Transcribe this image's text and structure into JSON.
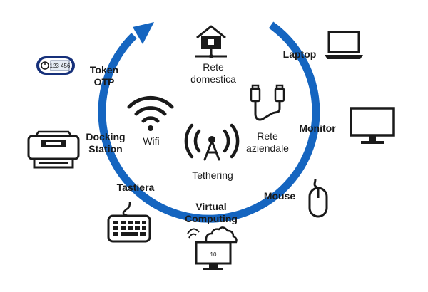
{
  "outer_ring": {
    "laptop": "Laptop",
    "monitor": "Monitor",
    "mouse": "Mouse",
    "virtual_computing": [
      "Virtual",
      "Computing"
    ],
    "tastiera": "Tastiera",
    "docking_station": [
      "Docking",
      "Station"
    ],
    "token_otp": [
      "Token",
      "OTP"
    ]
  },
  "inner": {
    "rete_domestica": [
      "Rete",
      "domestica"
    ],
    "wifi": "Wifi",
    "rete_aziendale": [
      "Rete",
      "aziendale"
    ],
    "tethering": "Tethering"
  },
  "token_display": "123 456",
  "vm_display": "10",
  "colors": {
    "ring": "#1565c0",
    "icon": "#1a1a1a",
    "text": "#1a1a1a"
  },
  "icons": [
    "house-network-icon",
    "laptop-icon",
    "monitor-icon",
    "mouse-icon",
    "cloud-computer-icon",
    "keyboard-icon",
    "printer-dock-icon",
    "otp-token-icon",
    "wifi-icon",
    "ethernet-cable-icon",
    "antenna-icon"
  ]
}
